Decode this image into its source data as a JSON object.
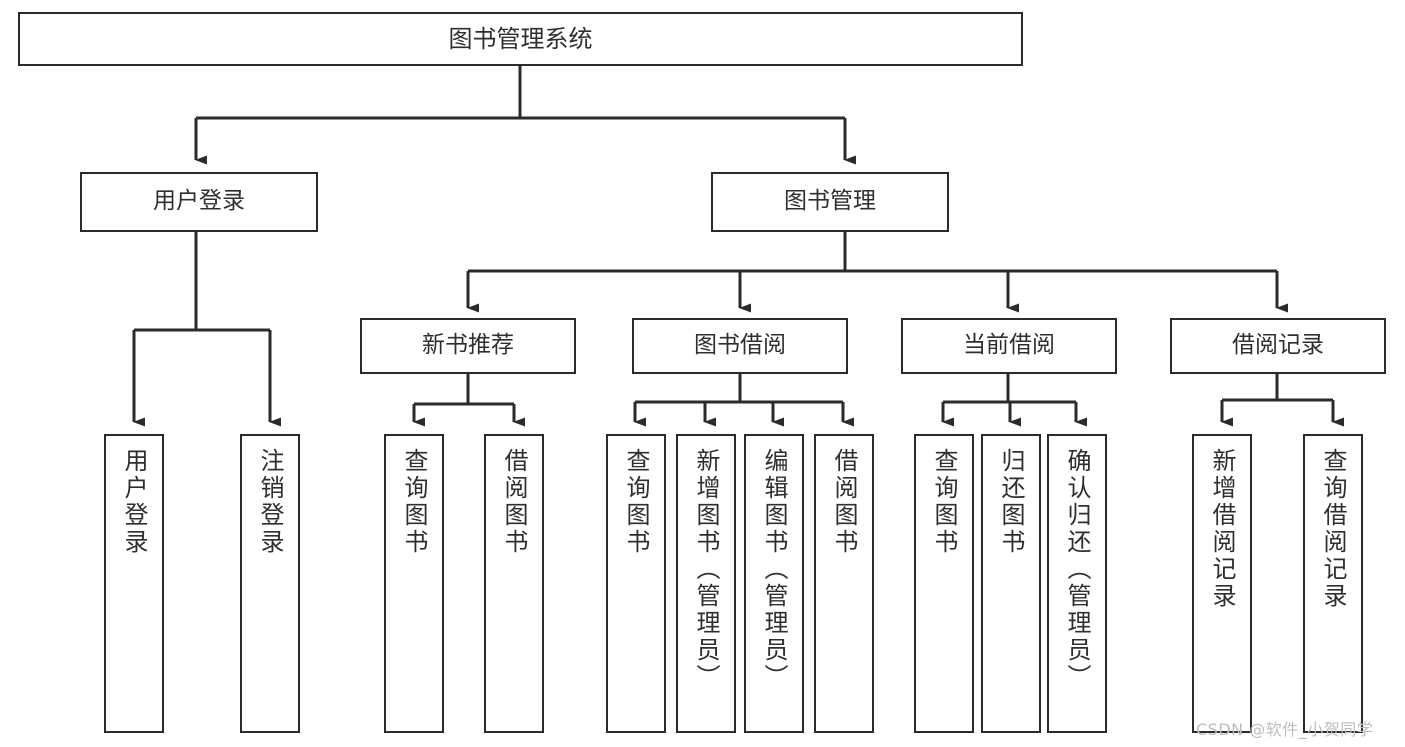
{
  "diagram": {
    "title": "图书管理系统",
    "type": "tree",
    "watermark": "CSDN @软件_小贺同学",
    "colors": {
      "background": "#ffffff",
      "box_border": "#2b2b2b",
      "box_fill": "#ffffff",
      "text": "#2f2f2f",
      "connector": "#2b2b2b",
      "watermark": "#bdbdbd"
    },
    "nodes": {
      "root": {
        "label": "图书管理系统"
      },
      "level1": [
        {
          "label": "用户登录"
        },
        {
          "label": "图书管理"
        }
      ],
      "level2": [
        {
          "label": "新书推荐"
        },
        {
          "label": "图书借阅"
        },
        {
          "label": "当前借阅"
        },
        {
          "label": "借阅记录"
        }
      ],
      "leaves": {
        "user_login": [
          {
            "label": "用户登录"
          },
          {
            "label": "注销登录"
          }
        ],
        "new_book_recommend": [
          {
            "label": "查询图书"
          },
          {
            "label": "借阅图书"
          }
        ],
        "book_borrow": [
          {
            "label": "查询图书"
          },
          {
            "label": "新增图书（管理员）"
          },
          {
            "label": "编辑图书（管理员）"
          },
          {
            "label": "借阅图书"
          }
        ],
        "current_borrow": [
          {
            "label": "查询图书"
          },
          {
            "label": "归还图书"
          },
          {
            "label": "确认归还（管理员）"
          }
        ],
        "borrow_record": [
          {
            "label": "新增借阅记录"
          },
          {
            "label": "查询借阅记录"
          }
        ]
      }
    }
  }
}
